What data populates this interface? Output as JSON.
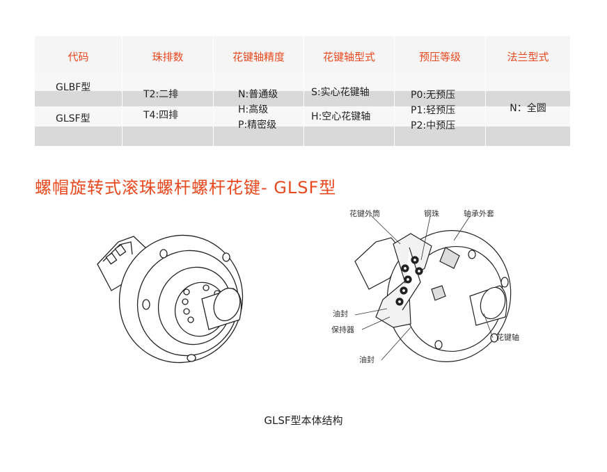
{
  "table": {
    "headers": [
      "代码",
      "珠排数",
      "花键轴精度",
      "花键轴型式",
      "预压等级",
      "法兰型式"
    ],
    "code": [
      "GLBF型",
      "GLSF型"
    ],
    "ball_rows": [
      "T2:二排",
      "T4:四排"
    ],
    "precision": [
      "N:普通级",
      "H:高级",
      "P:精密级"
    ],
    "shaft_type": [
      "S:实心花键轴",
      "H:空心花键轴"
    ],
    "preload": [
      "P0:无预压",
      "P1:轻预压",
      "P2:中预压"
    ],
    "flange": "N：全圆"
  },
  "section_title": "螺帽旋转式滚珠螺杆螺杆花键- GLSF型",
  "callouts": {
    "outer_sleeve": "花键外筒",
    "steel_ball": "钢珠",
    "bearing_housing": "轴承外套",
    "oil_seal_1": "油封",
    "retainer": "保持器",
    "oil_seal_2": "油封",
    "spline_shaft": "花键轴"
  },
  "caption": "GLSF型本体结构",
  "colors": {
    "accent": "#e8481d",
    "band": "#d9d9d9",
    "header_bg": "#f5f5f5"
  }
}
